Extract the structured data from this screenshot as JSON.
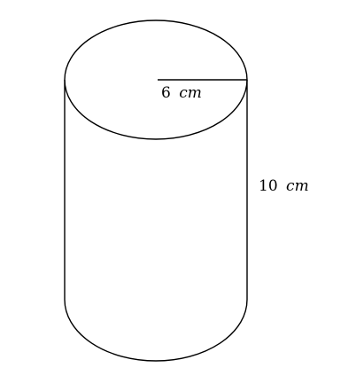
{
  "diagram": {
    "radius_value": "6",
    "radius_unit": "cm",
    "height_value": "10",
    "height_unit": "cm",
    "stroke_color": "#000000",
    "fill_color": "#ffffff"
  }
}
